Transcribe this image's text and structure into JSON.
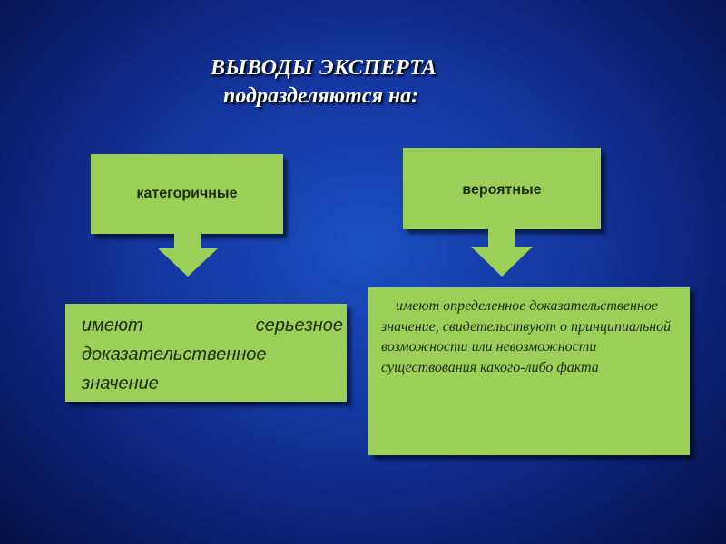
{
  "title": {
    "line1": "ВЫВОДЫ ЭКСПЕРТА",
    "line2": "подразделяются на:"
  },
  "categories": {
    "categorical": {
      "label": "категоричные",
      "description": "имеют        серьезное доказательственное значение"
    },
    "probable": {
      "label": "вероятные",
      "description": "    имеют определенное доказательственное значение, свидетельствуют о принципиальной возможности или невозможности существования какого-либо факта"
    }
  },
  "colors": {
    "box_fill": "#9ccf58",
    "background": "#1437a0"
  }
}
